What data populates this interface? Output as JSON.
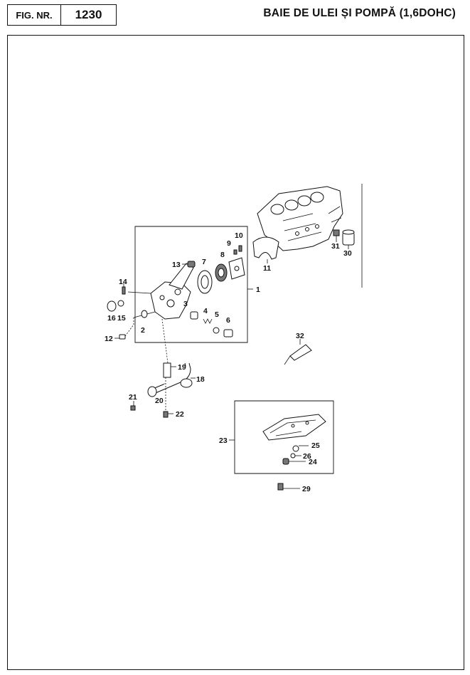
{
  "header": {
    "fig_label": "FIG. NR.",
    "fig_number": "1230",
    "title": "BAIE DE ULEI ȘI POMPĂ (1,6DOHC)"
  },
  "callouts": {
    "c1": "1",
    "c2": "2",
    "c3": "3",
    "c4": "4",
    "c5": "5",
    "c6": "6",
    "c7": "7",
    "c8": "8",
    "c9": "9",
    "c10": "10",
    "c11": "11",
    "c12": "12",
    "c13": "13",
    "c14": "14",
    "c15": "15",
    "c16": "16",
    "c18": "18",
    "c19": "19",
    "c20": "20",
    "c21": "21",
    "c22": "22",
    "c23": "23",
    "c24": "24",
    "c25": "25",
    "c26": "26",
    "c29": "29",
    "c30": "30",
    "c31": "31",
    "c32": "32"
  }
}
